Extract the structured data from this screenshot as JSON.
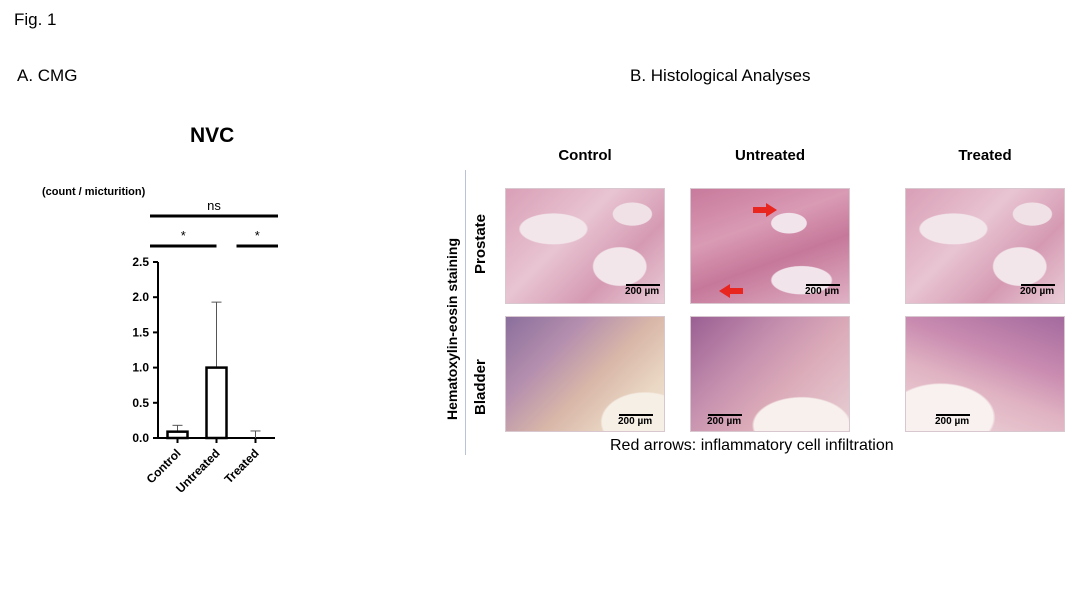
{
  "figure": {
    "label": "Fig. 1",
    "panel_a_label": "A. CMG",
    "panel_b_label": "B. Histological Analyses"
  },
  "chart_data": {
    "type": "bar",
    "title": "NVC",
    "ylabel": "(count / micturition)",
    "xlabel": "",
    "categories": [
      "Control",
      "Untreated",
      "Treated"
    ],
    "values": [
      0.09,
      1.0,
      0.0
    ],
    "error_upper": [
      0.18,
      1.93,
      0.1
    ],
    "ylim": [
      0,
      2.5
    ],
    "yticks": [
      "0.0",
      "0.5",
      "1.0",
      "1.5",
      "2.0",
      "2.5"
    ],
    "grid": false,
    "significance": [
      {
        "from": "Control",
        "to": "Treated",
        "label": "ns"
      },
      {
        "from": "Control",
        "to": "Untreated",
        "label": "*"
      },
      {
        "from": "Untreated",
        "to": "Treated",
        "label": "*"
      }
    ]
  },
  "histology": {
    "columns": [
      "Control",
      "Untreated",
      "Treated"
    ],
    "rows": [
      "Prostate",
      "Bladder"
    ],
    "side_label": "Hematoxylin-eosin staining",
    "scale_bar": "200 µm",
    "caption": "Red arrows: inflammatory  cell infiltration",
    "arrow_color": "#e8251f"
  }
}
